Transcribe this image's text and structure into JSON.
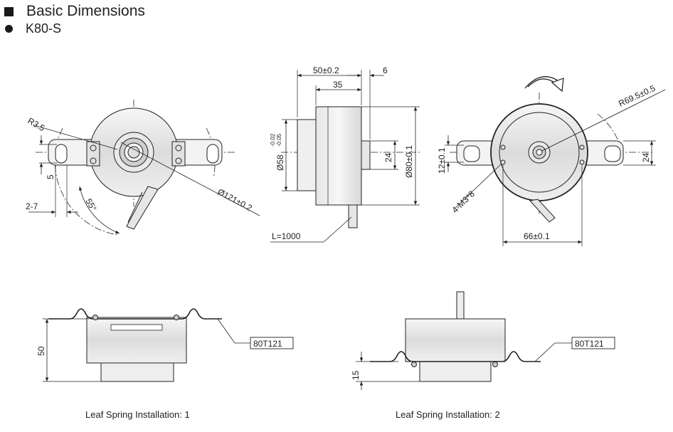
{
  "header": {
    "title": "Basic Dimensions",
    "model": "K80-S"
  },
  "dims": {
    "r35": "R3.5",
    "d5": "5",
    "d27": "2-7",
    "a55": "55°",
    "d121": "Ø121±0.2",
    "d50": "50±0.2",
    "d6": "6",
    "d35": "35",
    "d58": "Ø58",
    "d58tol_top": "-0.02",
    "d58tol_bot": "-0.05",
    "d24a": "24",
    "d80": "Ø80±0.1",
    "cable": "L=1000",
    "r695": "R69.5±0.5",
    "d12": "12±0.1",
    "d24b": "24",
    "m3": "4-M3*8",
    "d66": "66±0.1",
    "d50v": "50",
    "d15": "15"
  },
  "labels": {
    "spring_part_1": "80T121",
    "spring_part_2": "80T121",
    "caption_1": "Leaf Spring Installation: 1",
    "caption_2": "Leaf Spring Installation: 2"
  }
}
